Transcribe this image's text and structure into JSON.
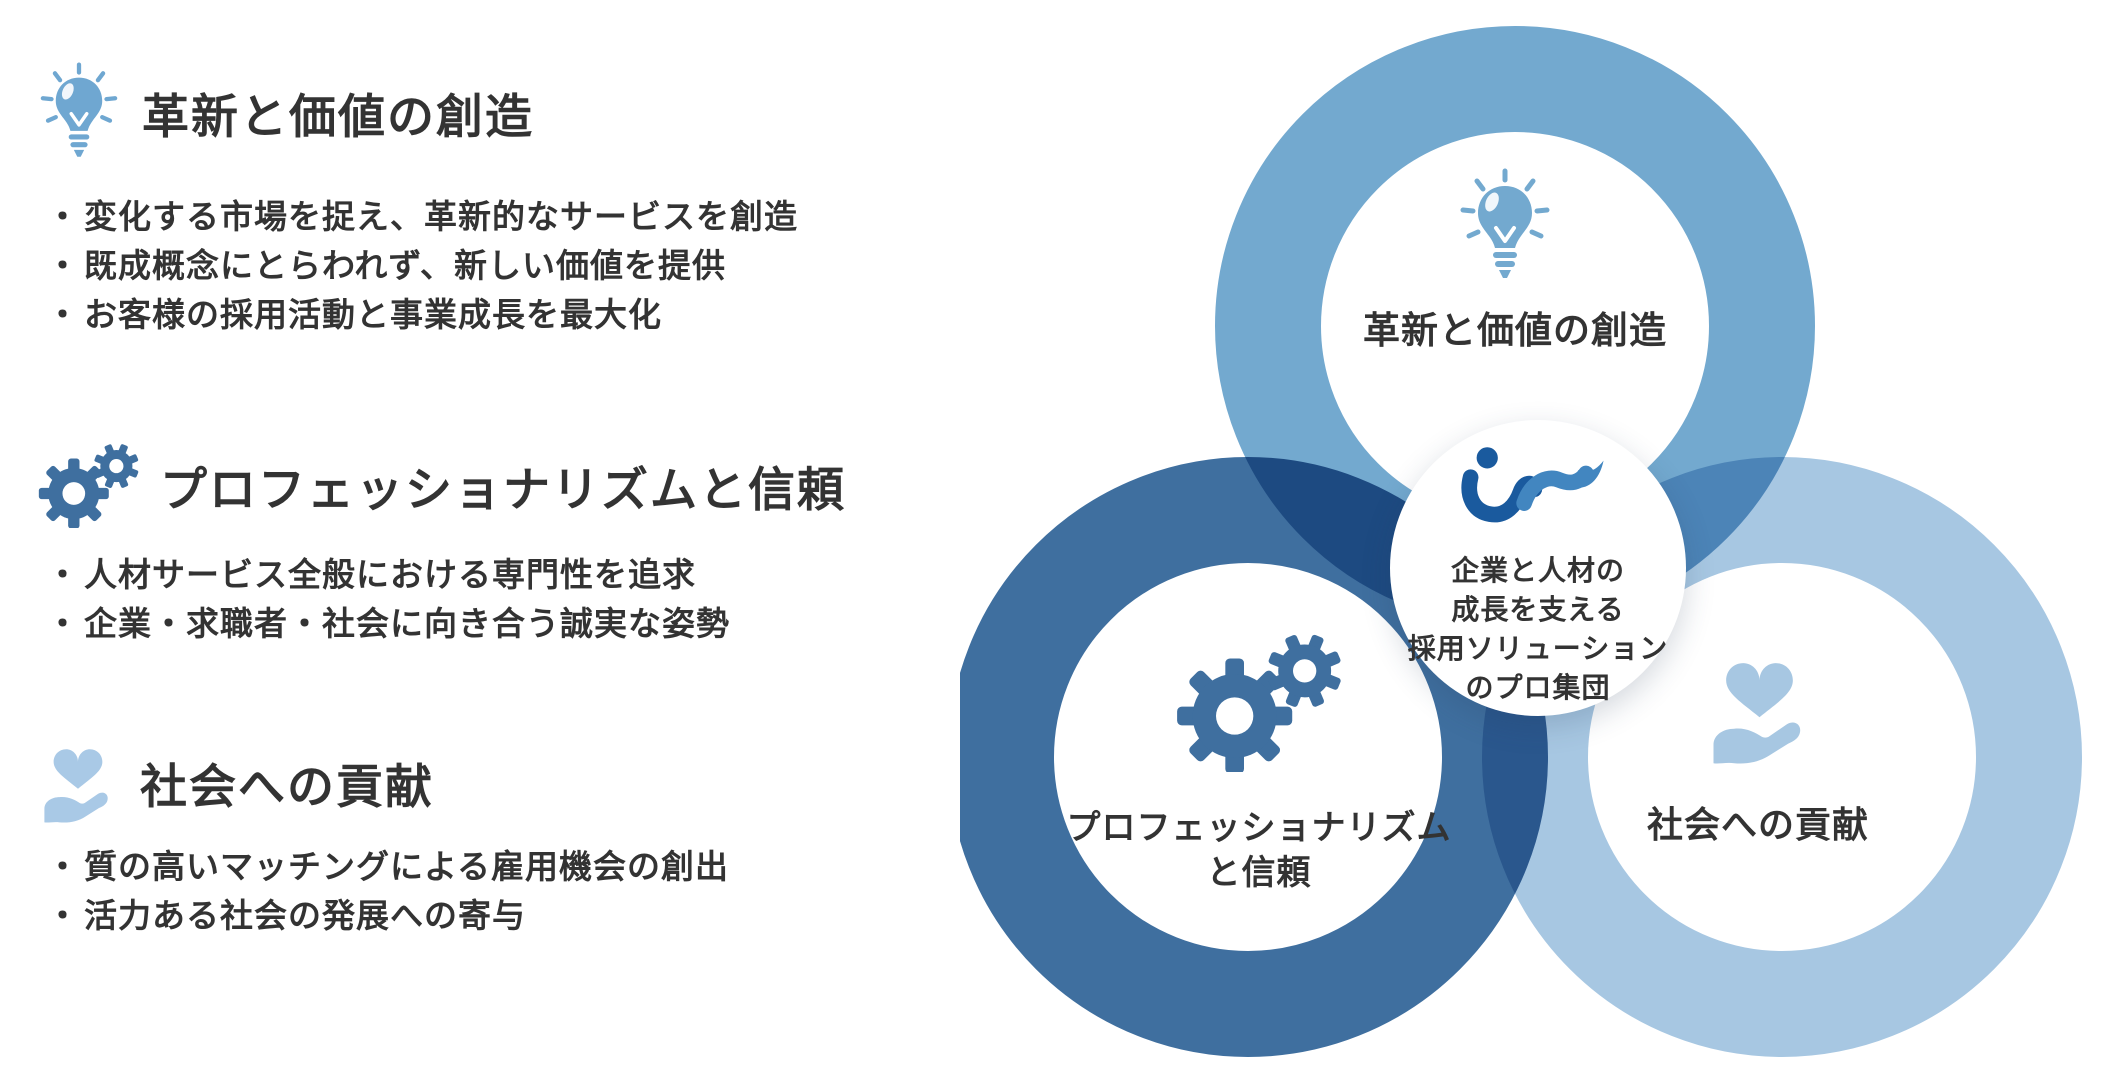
{
  "marker": "・",
  "colors": {
    "text": "#333333",
    "ring_top": "#73a9cf",
    "ring_left": "#3f6f9f",
    "ring_right": "#a7c7e2",
    "icon_bulb": "#6fa7d1",
    "icon_gears": "#3f6f9f",
    "icon_hand": "#a9c9e6",
    "logo_dark": "#1a5a9e",
    "logo_light": "#4286c0"
  },
  "sections": [
    {
      "title": "革新と価値の創造",
      "bullets": [
        "変化する市場を捉え、革新的なサービスを創造",
        "既成概念にとらわれず、新しい価値を提供",
        "お客様の採用活動と事業成長を最大化"
      ]
    },
    {
      "title": "プロフェッショナリズムと信頼",
      "bullets": [
        "人材サービス全般における専門性を追求",
        "企業・求職者・社会に向き合う誠実な姿勢"
      ]
    },
    {
      "title": "社会への貢献",
      "bullets": [
        "質の高いマッチングによる雇用機会の創出",
        "活力ある社会の発展への寄与"
      ]
    }
  ],
  "diagram": {
    "top_circle": {
      "label": "革新と価値の創造"
    },
    "left_circle": {
      "label_line1": "プロフェッショナリズム",
      "label_line2": "と信頼"
    },
    "right_circle": {
      "label": "社会への貢献"
    },
    "center": {
      "line1": "企業と人材の",
      "line2": "成長を支える",
      "line3": "採用ソリューション",
      "line4": "のプロ集団"
    }
  }
}
